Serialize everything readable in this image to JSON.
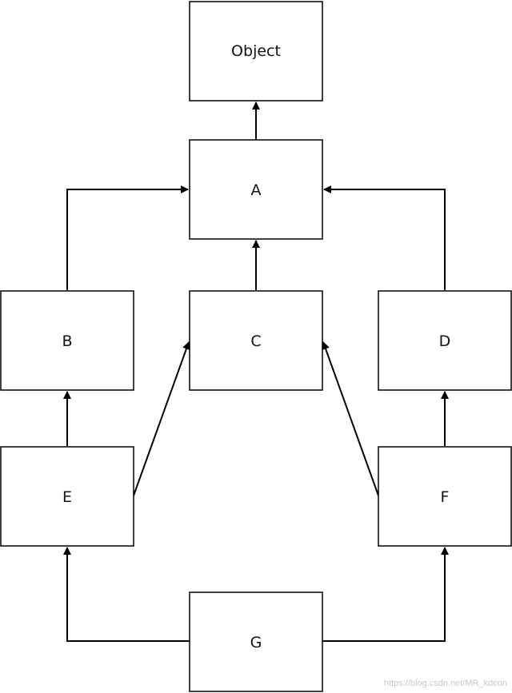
{
  "colors": {
    "stroke": "#000000",
    "box_fill": "#ffffff",
    "text": "#111111",
    "watermark": "#c8c8c8"
  },
  "nodes": {
    "object": {
      "label": "Object"
    },
    "a": {
      "label": "A"
    },
    "b": {
      "label": "B"
    },
    "c": {
      "label": "C"
    },
    "d": {
      "label": "D"
    },
    "e": {
      "label": "E"
    },
    "f": {
      "label": "F"
    },
    "g": {
      "label": "G"
    }
  },
  "edges": [
    {
      "from": "A",
      "to": "Object"
    },
    {
      "from": "B",
      "to": "A"
    },
    {
      "from": "C",
      "to": "A"
    },
    {
      "from": "D",
      "to": "A"
    },
    {
      "from": "E",
      "to": "B"
    },
    {
      "from": "E",
      "to": "C"
    },
    {
      "from": "F",
      "to": "C"
    },
    {
      "from": "F",
      "to": "D"
    },
    {
      "from": "G",
      "to": "E"
    },
    {
      "from": "G",
      "to": "F"
    }
  ],
  "watermark": "https://blog.csdn.net/MR_kdcon"
}
